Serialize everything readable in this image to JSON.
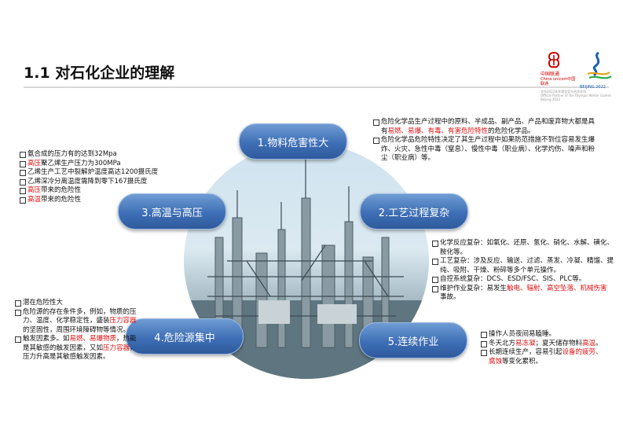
{
  "header": {
    "title": "1.1 对石化企业的理解",
    "logo_cn": "中国联通",
    "logo_en": "China unicom中国联通",
    "partner": "BEIJING 2022",
    "partner_note": "北京2022年冬奥会官方合作伙伴",
    "fine_print": "Official Partner of the Olympic Winter Games Beijing 2022"
  },
  "nodes": {
    "n1": "1.物料危害性大",
    "n2": "2.工艺过程复杂",
    "n3": "3.高温与高压",
    "n4": "4.危险源集中",
    "n5": "5.连续作业"
  },
  "top_right": [
    {
      "parts": [
        "危险化学品生产过程中的原料、半成品、副产品、产品和废弃物大都是具有",
        "易燃、易爆、有毒、有害危险特性",
        "的危险化学品。"
      ]
    },
    {
      "parts": [
        "危险化学品危险特性决定了其生产过程中如果防范措施不到位容易发生爆炸、火灾、急性中毒（窒息）、慢性中毒（职业病）、化学灼伤、噪声和粉尘（职业病）等。"
      ]
    }
  ],
  "top_left": [
    "氨合成的压力有的达到32Mpa",
    [
      "高压",
      "聚乙烯生产压力为300MPa"
    ],
    "乙烯生产工艺中裂解炉温度高达1200摄氏度",
    "乙烯深冷分离温度需降到零下167摄氏度",
    [
      "高压",
      "带来的危险性"
    ],
    [
      "高温",
      "带来的危险性"
    ]
  ],
  "mid_right": [
    {
      "parts": [
        "化学反应复杂：如氧化、还原、氢化、硝化、水解、磺化、胺化等。"
      ]
    },
    {
      "parts": [
        "工艺复杂：涉及反应、输送、过滤、蒸发、冷凝、精馏、提纯、吸附、干燥、粉碎等多个单元操作。"
      ]
    },
    {
      "parts": [
        "自控系统复杂：DCS、ESD/FSC、SIS、PLC等。"
      ]
    },
    {
      "parts": [
        "维护作业复杂：易发生",
        "触电、辐射、高空坠落、机械伤害",
        "事故。"
      ]
    }
  ],
  "bottom_left": [
    {
      "parts": [
        "潜在危险性大"
      ]
    },
    {
      "parts": [
        "危险源的存在条件多，例如，物质的压力、温度、化学稳定性，盛装",
        "压力容器",
        "的坚固性，周围环境障碍物等情况。"
      ]
    },
    {
      "parts": [
        "触发因素多。如",
        "易燃、易爆物质",
        "，热能是其敏感的触发因素，又如",
        "压力容器",
        "，压力升高是其敏感触发因素。"
      ]
    }
  ],
  "bottom_right": [
    {
      "parts": [
        "操作人员夜间易瞌睡。"
      ]
    },
    {
      "parts": [
        "冬天北方",
        "易冻凝",
        "；夏天储存物料",
        "高温",
        "。"
      ]
    },
    {
      "parts": [
        "长期连续生产，容易引起",
        "设备的疲劳、腐蚀",
        "等变化累积。"
      ]
    }
  ],
  "colors": {
    "node_blue": "#3e6fb6",
    "highlight_red": "#e01010",
    "brand_red": "#c00000"
  }
}
